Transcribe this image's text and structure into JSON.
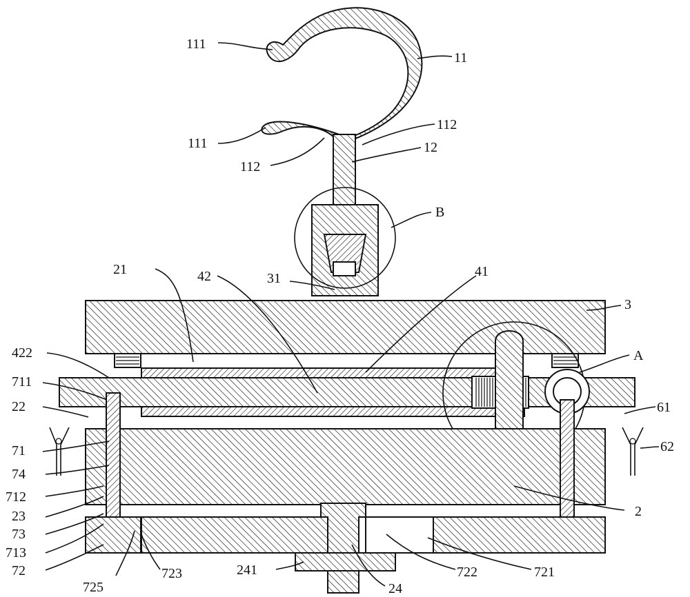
{
  "labels": {
    "l111a": "111",
    "l11": "11",
    "l112a": "112",
    "l111b": "111",
    "l12": "12",
    "l112b": "112",
    "lB": "B",
    "l21": "21",
    "l42": "42",
    "l31": "31",
    "l41": "41",
    "l3": "3",
    "l422": "422",
    "lA": "A",
    "l711": "711",
    "l22": "22",
    "l61": "61",
    "l71": "71",
    "l62": "62",
    "l74": "74",
    "l712": "712",
    "l2": "2",
    "l23": "23",
    "l73": "73",
    "l713": "713",
    "l72": "72",
    "l725": "725",
    "l723": "723",
    "l241": "241",
    "l722": "722",
    "l721": "721",
    "l24": "24"
  }
}
